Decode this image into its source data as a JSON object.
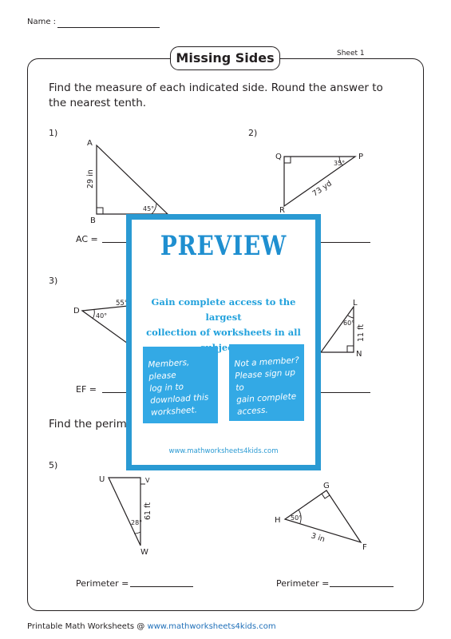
{
  "header": {
    "name_label": "Name :",
    "sheet_label": "Sheet 1"
  },
  "title": "Missing Sides",
  "instructions": {
    "main": "Find the measure of each indicated side. Round the answer to the nearest tenth.",
    "perimeter_partial": "Find the perime"
  },
  "problems": [
    {
      "number": "1)",
      "answer_label": "AC =",
      "vertices": [
        "A",
        "B"
      ],
      "side": "29 in",
      "angle": "45°"
    },
    {
      "number": "2)",
      "vertices": [
        "Q",
        "P",
        "R"
      ],
      "side": "73 yd",
      "angle": "35°"
    },
    {
      "number": "3)",
      "answer_label": "EF =",
      "vertices": [
        "D"
      ],
      "angles": [
        "55°",
        "40°"
      ]
    },
    {
      "vertices": [
        "L",
        "N"
      ],
      "side": "11 ft",
      "angle": "60°"
    },
    {
      "number": "5)",
      "answer_label": "Perimeter =",
      "vertices": [
        "U",
        "V",
        "W"
      ],
      "side": "61 ft",
      "angle": "28°"
    },
    {
      "answer_label": "Perimeter =",
      "vertices": [
        "G",
        "H",
        "F"
      ],
      "side": "3 in",
      "angle": "50°"
    }
  ],
  "preview": {
    "title": "PREVIEW",
    "subtitle_line1": "Gain complete access to the largest",
    "subtitle_line2": "collection of worksheets in all subjects!",
    "members_line1": "Members, please",
    "members_line2": "log in to",
    "members_line3": "download this",
    "members_line4": "worksheet.",
    "nonmember_line1": "Not a member?",
    "nonmember_line2": "Please sign up to",
    "nonmember_line3": "gain complete",
    "nonmember_line4": "access.",
    "url": "www.mathworksheets4kids.com",
    "colors": {
      "border": "#2a9ad3",
      "box": "#33a9e5",
      "title": "#1f8fd0"
    }
  },
  "footer": {
    "prefix": "Printable Math Worksheets @",
    "url": "www.mathworksheets4kids.com"
  }
}
